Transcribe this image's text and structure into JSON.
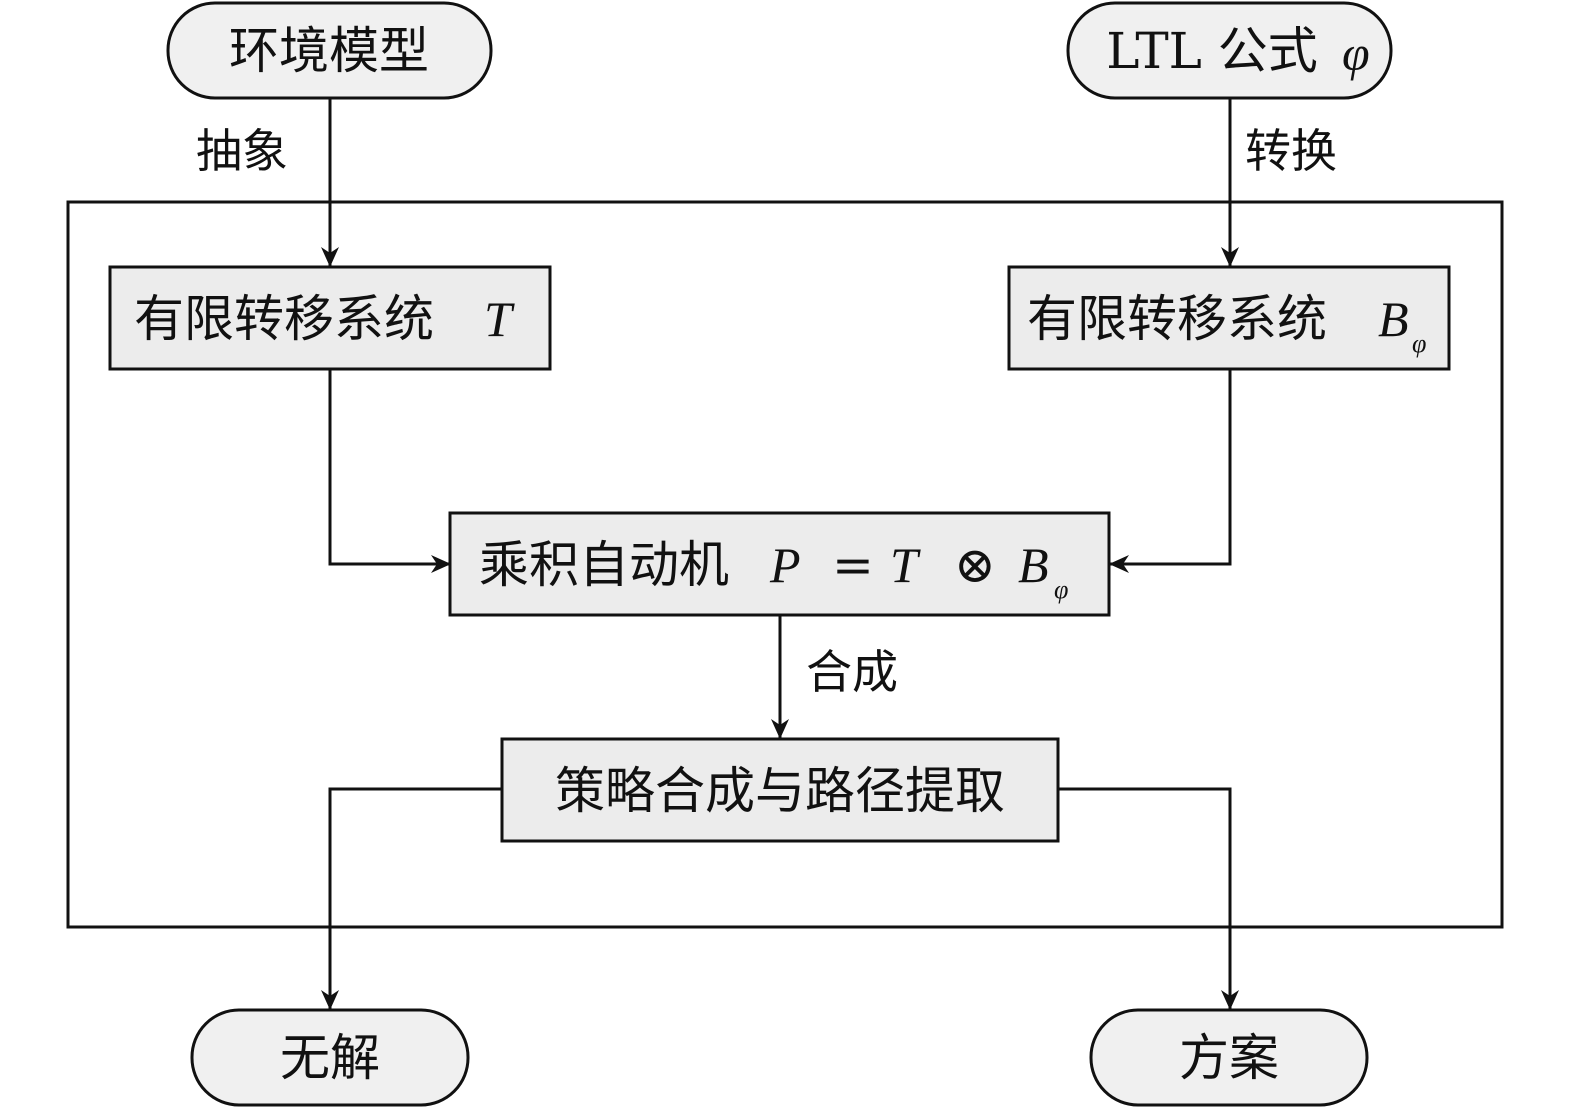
{
  "nodes": {
    "env_model": {
      "label": "环境模型"
    },
    "ltl_formula": {
      "label": "LTL 公式",
      "symbol": "φ"
    },
    "fts_t": {
      "label": "有限转移系统",
      "symbol": "T"
    },
    "fts_b": {
      "label": "有限转移系统",
      "symbol": "B",
      "subscript": "φ"
    },
    "product": {
      "label": "乘积自动机",
      "formula": {
        "p": "P",
        "eq": "=",
        "t": "T",
        "otimes": "⊗",
        "b": "B",
        "sub": "φ"
      }
    },
    "strategy": {
      "label": "策略合成与路径提取"
    },
    "no_solution": {
      "label": "无解"
    },
    "plan": {
      "label": "方案"
    }
  },
  "edges": {
    "abstract": {
      "label": "抽象"
    },
    "convert": {
      "label": "转换"
    },
    "synthesize": {
      "label": "合成"
    }
  },
  "colors": {
    "stroke": "#111111",
    "node_fill": "#ececec",
    "background": "#ffffff"
  }
}
